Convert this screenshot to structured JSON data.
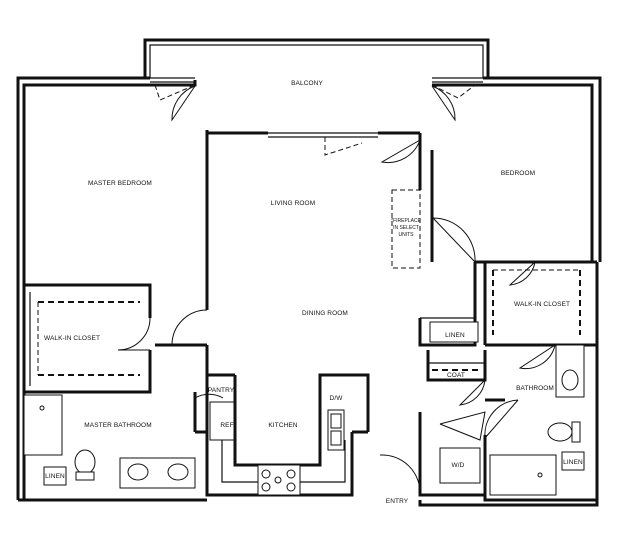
{
  "rooms": {
    "balcony": "BALCONY",
    "master_bedroom": "MASTER BEDROOM",
    "bedroom": "BEDROOM",
    "living_room": "LIVING ROOM",
    "dining_room": "DINING ROOM",
    "walk_in_closet_left": "WALK-IN CLOSET",
    "walk_in_closet_right": "WALK-IN CLOSET",
    "master_bathroom": "MASTER BATHROOM",
    "bathroom": "BATHROOM",
    "kitchen": "KITCHEN",
    "pantry": "PANTRY",
    "ref": "REF",
    "dw": "D/W",
    "linen_top": "LINEN",
    "linen_left": "LINEN",
    "linen_right": "LINEN",
    "coat": "COAT",
    "wd": "W/D",
    "entry": "ENTRY"
  },
  "notes": {
    "fireplace_line1": "*FIREPLACE",
    "fireplace_line2": "IN SELECT",
    "fireplace_line3": "UNITS"
  }
}
